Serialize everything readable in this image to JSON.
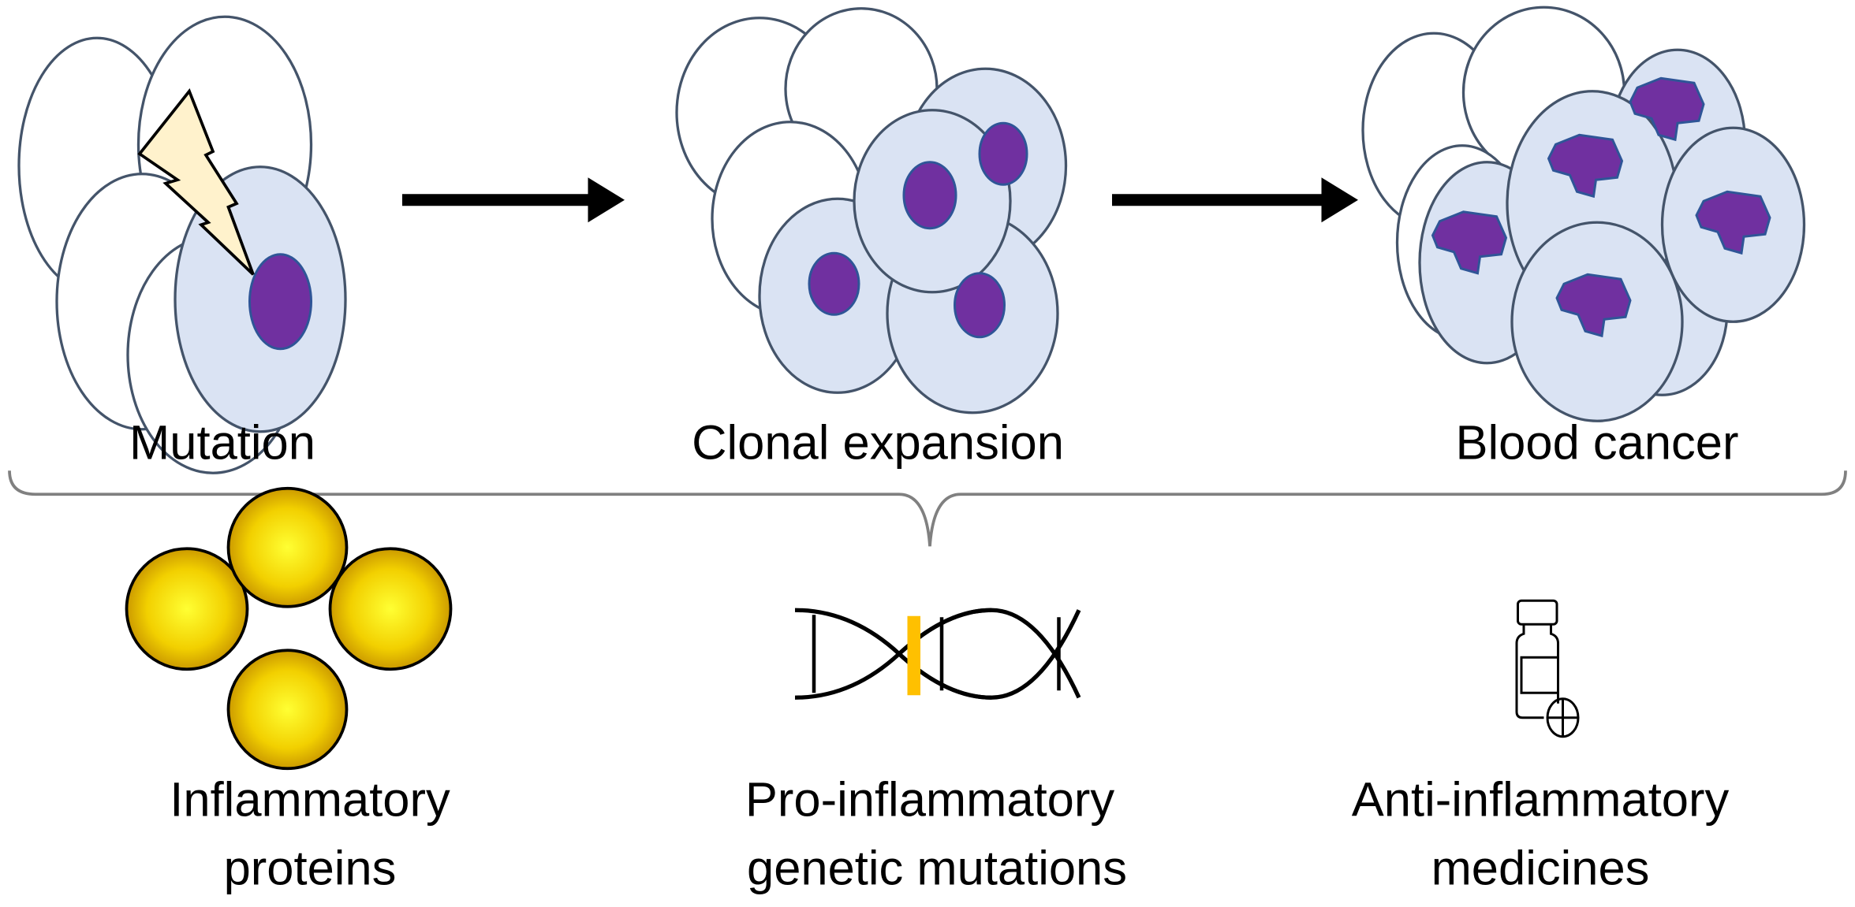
{
  "stages": [
    {
      "label": "Mutation"
    },
    {
      "label": "Clonal expansion"
    },
    {
      "label": "Blood cancer"
    }
  ],
  "factors": [
    {
      "line1": "Inflammatory",
      "line2": "proteins",
      "icon": "protein-cluster-icon"
    },
    {
      "line1": "Pro-inflammatory",
      "line2": "genetic mutations",
      "icon": "dna-icon"
    },
    {
      "line1": "Anti-inflammatory",
      "line2": "medicines",
      "icon": "pill-bottle-icon"
    }
  ],
  "colors": {
    "cell_outline": "#44546a",
    "mutant_cell_fill": "#dae3f3",
    "nucleus": "#7030a0",
    "lightning": "#fff2cc",
    "protein": "#ffd700",
    "mutation_marker": "#ffc000",
    "arrow": "#000000"
  }
}
